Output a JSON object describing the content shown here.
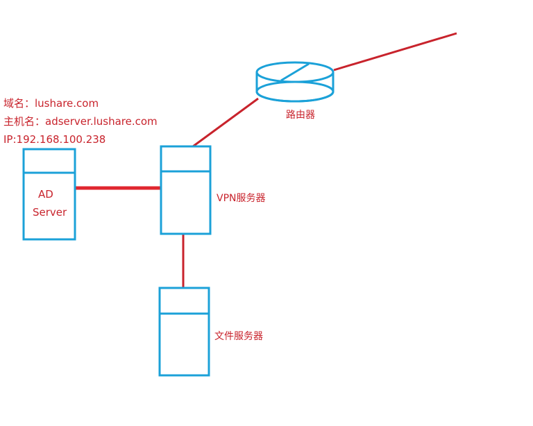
{
  "info": {
    "domain": "域名：lushare.com",
    "hostname": "主机名：adserver.lushare.com",
    "ip": "IP:192.168.100.238"
  },
  "nodes": {
    "ad_server": {
      "line1": "AD",
      "line2": "Server"
    },
    "vpn_server": {
      "label": "VPN服务器"
    },
    "file_server": {
      "label": "文件服务器"
    },
    "router": {
      "label": "路由器"
    }
  },
  "colors": {
    "device_stroke": "#1ba1d8",
    "link_stroke": "#c8232c",
    "text": "#c8232c"
  }
}
